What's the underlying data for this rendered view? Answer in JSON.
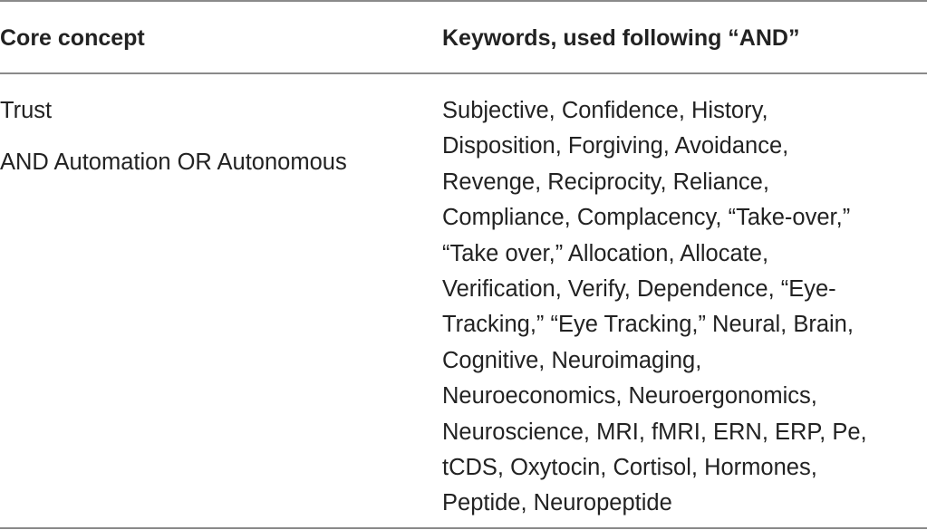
{
  "table": {
    "headers": [
      "Core concept",
      "Keywords, used following “AND”"
    ],
    "core_concept": {
      "line1": "Trust",
      "line2": "AND Automation OR Autonomous"
    },
    "keywords_lines": [
      "Subjective, Confidence, History,",
      "Disposition, Forgiving, Avoidance,",
      "Revenge, Reciprocity, Reliance,",
      "Compliance, Complacency, “Take-over,”",
      "“Take over,” Allocation, Allocate,",
      "Verification, Verify, Dependence, “Eye-",
      "Tracking,” “Eye Tracking,” Neural, Brain,",
      "Cognitive, Neuroimaging,",
      "Neuroeconomics, Neuroergonomics,",
      "Neuroscience, MRI, fMRI, ERN, ERP, Pe,",
      "tCDS, Oxytocin, Cortisol, Hormones,",
      "Peptide, Neuropeptide"
    ]
  }
}
